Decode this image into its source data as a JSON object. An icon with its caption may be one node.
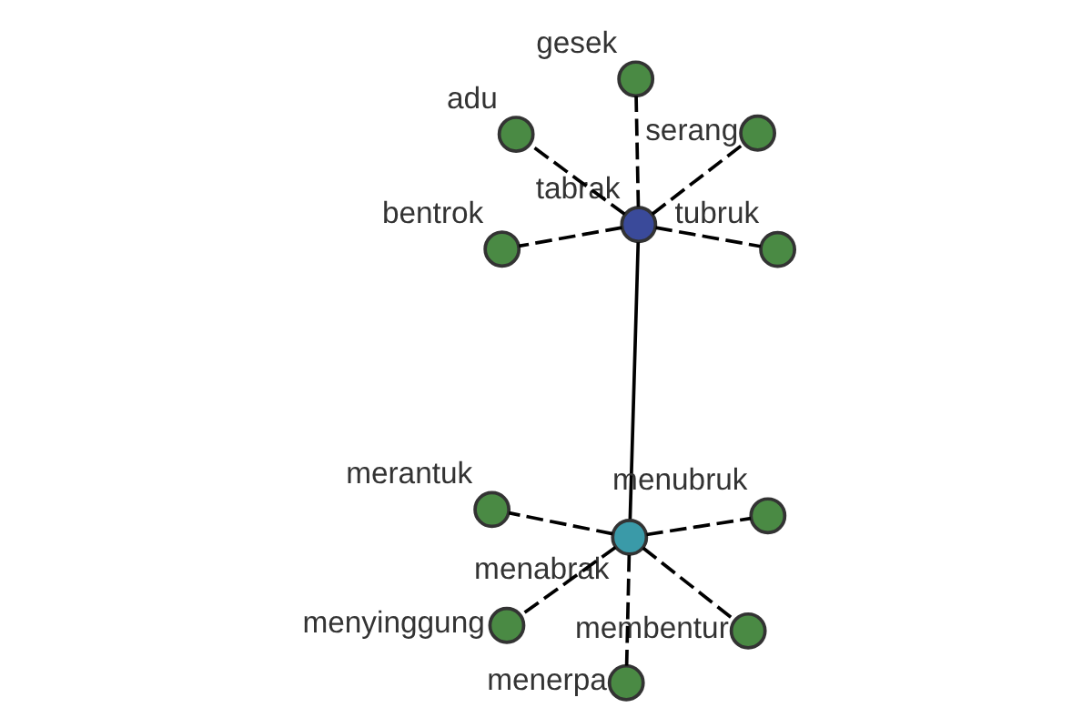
{
  "diagram": {
    "nodes": [
      {
        "text": [
          "tabrak"
        ]
      },
      {
        "text": [
          "tubruk"
        ]
      },
      {
        "text": [
          "bentrok"
        ]
      },
      {
        "text": [
          "adu"
        ]
      },
      {
        "text": [
          "serang"
        ]
      },
      {
        "text": [
          "gesek"
        ]
      },
      {
        "text": [
          "menabrak"
        ]
      },
      {
        "text": [
          "membentur"
        ]
      },
      {
        "text": [
          "merantuk"
        ]
      },
      {
        "text": [
          "menerpa"
        ]
      },
      {
        "text": [
          "menubruk"
        ]
      },
      {
        "text": [
          "menyinggung"
        ]
      }
    ],
    "edges": [
      {
        "from": 0,
        "to": 1,
        "arrow": "none",
        "style": "dashed"
      },
      {
        "from": 0,
        "to": 2,
        "arrow": "none",
        "style": "dashed"
      },
      {
        "from": 0,
        "to": 3,
        "arrow": "none",
        "style": "dashed"
      },
      {
        "from": 0,
        "to": 4,
        "arrow": "none",
        "style": "dashed"
      },
      {
        "from": 0,
        "to": 5,
        "arrow": "none",
        "style": "dashed"
      },
      {
        "from": 0,
        "to": 6,
        "arrow": "none"
      },
      {
        "from": 6,
        "to": 7,
        "arrow": "none",
        "style": "dashed"
      },
      {
        "from": 6,
        "to": 8,
        "arrow": "none",
        "style": "dashed"
      },
      {
        "from": 6,
        "to": 9,
        "arrow": "none",
        "style": "dashed"
      },
      {
        "from": 6,
        "to": 10,
        "arrow": "none",
        "style": "dashed"
      },
      {
        "from": 6,
        "to": 11,
        "arrow": "none",
        "style": "dashed"
      }
    ]
  }
}
